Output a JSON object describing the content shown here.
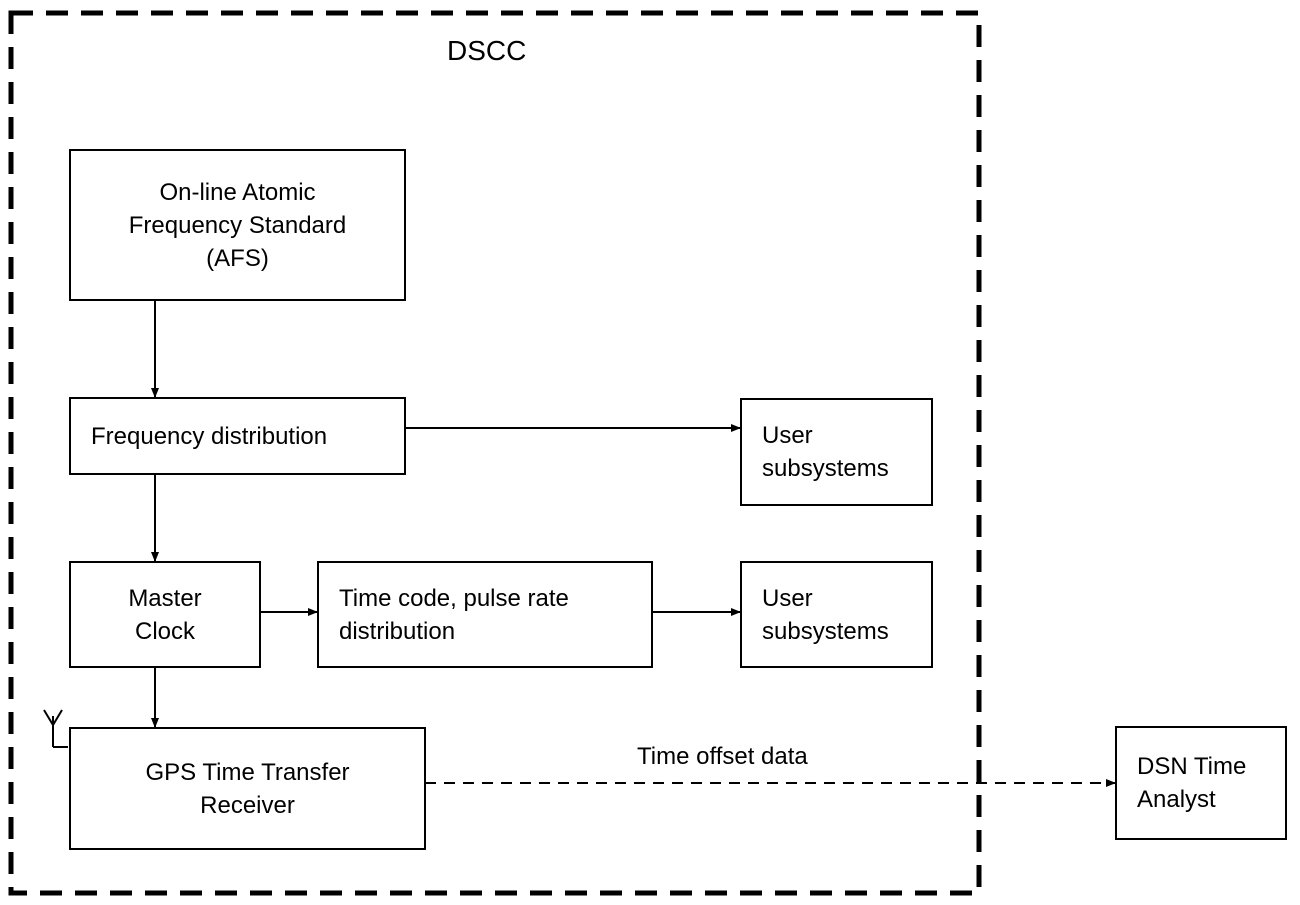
{
  "diagram": {
    "container_label": "DSCC",
    "boxes": {
      "afs": "On-line Atomic\nFrequency Standard\n(AFS)",
      "freq_dist": "Frequency distribution",
      "user_sub_1": "User\nsubsystems",
      "master_clock": "Master\nClock",
      "time_code": "Time code, pulse rate\ndistribution",
      "user_sub_2": "User\nsubsystems",
      "gps": "GPS Time Transfer\nReceiver",
      "dsn": "DSN Time\nAnalyst"
    },
    "link_label": "Time offset data",
    "icons": [
      "antenna-icon"
    ]
  }
}
